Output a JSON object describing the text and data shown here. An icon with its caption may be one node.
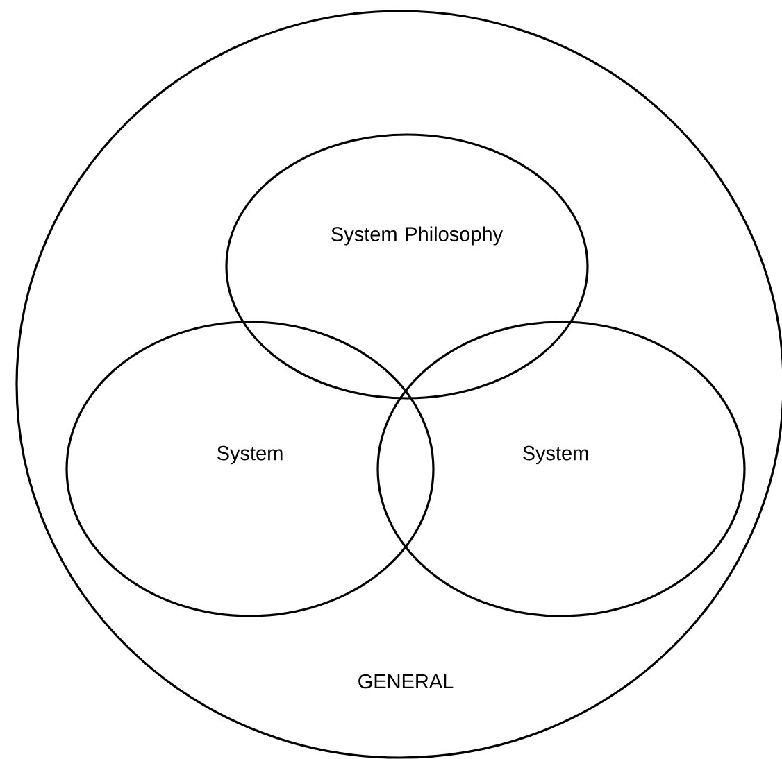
{
  "diagram": {
    "nodes": [
      {
        "text": [
          "GENERAL"
        ]
      },
      {
        "text": [
          "System Philosophy"
        ],
        "in": 0
      },
      {
        "text": [
          "System"
        ],
        "in": 0
      },
      {
        "text": [
          "System"
        ],
        "in": 0
      }
    ]
  }
}
